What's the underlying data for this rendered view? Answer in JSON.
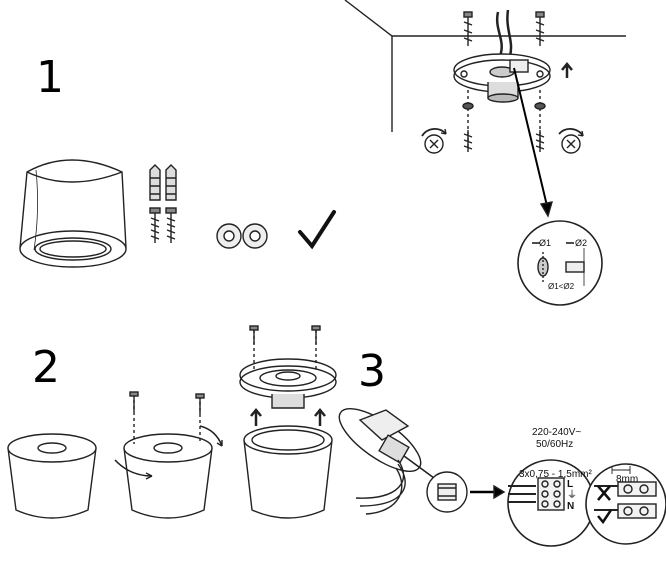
{
  "steps": {
    "one": "1",
    "two": "2",
    "three": "3"
  },
  "detail_one": {
    "diameter_1": "Ø1",
    "diameter_2": "Ø2",
    "comparison": "Ø1<Ø2"
  },
  "wiring": {
    "voltage": "220-240V~",
    "frequency": "50/60Hz",
    "cable_spec": "3x0,75 - 1,5mm²",
    "live": "L",
    "neutral": "N",
    "ground": "⏚",
    "strip_length": "8mm"
  },
  "icons": [
    "screwdriver-rotate-icon",
    "up-arrow-icon",
    "checkmark-icon",
    "cross-icon"
  ]
}
